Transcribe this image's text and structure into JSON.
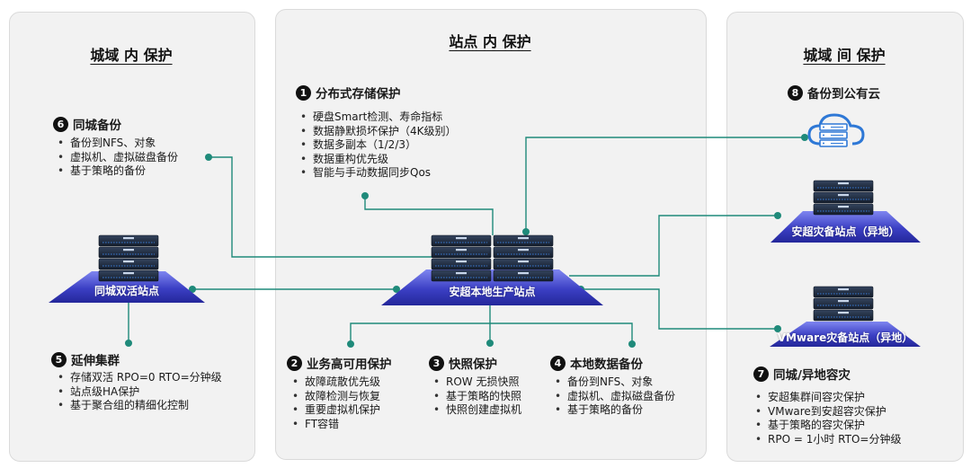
{
  "panels": {
    "left_title": "城域 内 保护",
    "center_title": "站点 内 保护",
    "right_title": "城域 间 保护"
  },
  "sections": {
    "s1": {
      "num": "1",
      "title": "分布式存储保护",
      "items": [
        "硬盘Smart检测、寿命指标",
        "数据静默损坏保护（4K级别）",
        "数据多副本（1/2/3）",
        "数据重构优先级",
        "智能与手动数据同步Qos"
      ]
    },
    "s2": {
      "num": "2",
      "title": "业务高可用保护",
      "items": [
        "故障疏散优先级",
        "故障检测与恢复",
        "重要虚拟机保护",
        "FT容错"
      ]
    },
    "s3": {
      "num": "3",
      "title": "快照保护",
      "items": [
        "ROW 无损快照",
        "基于策略的快照",
        "快照创建虚拟机"
      ]
    },
    "s4": {
      "num": "4",
      "title": "本地数据备份",
      "items": [
        "备份到NFS、对象",
        "虚拟机、虚拟磁盘备份",
        "基于策略的备份"
      ]
    },
    "s5": {
      "num": "5",
      "title": "延伸集群",
      "items": [
        "存储双活 RPO=0 RTO=分钟级",
        "站点级HA保护",
        "基于聚合组的精细化控制"
      ]
    },
    "s6": {
      "num": "6",
      "title": "同城备份",
      "items": [
        "备份到NFS、对象",
        "虚拟机、虚拟磁盘备份",
        "基于策略的备份"
      ]
    },
    "s7": {
      "num": "7",
      "title": "同城/异地容灾",
      "items": [
        "安超集群间容灾保护",
        "VMware到安超容灾保护",
        "基于策略的容灾保护",
        "RPO = 1小时 RTO=分钟级"
      ]
    },
    "s8": {
      "num": "8",
      "title": "备份到公有云"
    }
  },
  "sites": {
    "local": "安超本地生产站点",
    "dual": "同城双活站点",
    "remote": "安超灾备站点（异地）",
    "vmware": "VMware灾备站点（异地）"
  },
  "colors": {
    "line": "#1f8a7a",
    "platform": "#3b3fc4",
    "server": "#1d2a3e",
    "server_led": "#3a7bd5",
    "cloud": "#2e78d6"
  },
  "icons": [
    "server-rack-icon",
    "cloud-server-icon",
    "numbered-circle-icon",
    "bullet-icon"
  ]
}
